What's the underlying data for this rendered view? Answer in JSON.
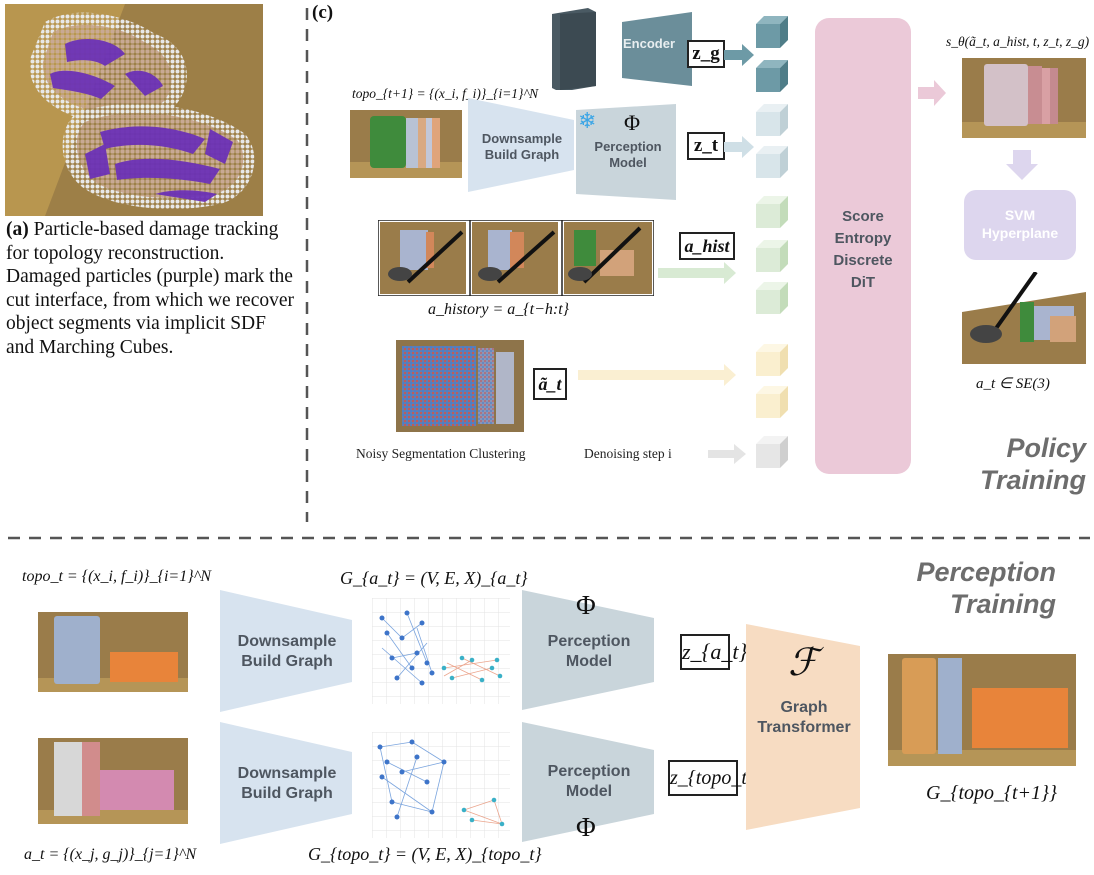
{
  "panel_a": {
    "label": "(a)",
    "caption": "Particle-based damage tracking for topology reconstruction. Damaged particles (purple) mark the cut interface, from which we recover object segments via implicit SDF and Marching Cubes."
  },
  "panel_c": {
    "label": "(c)",
    "encoder_label": "Encoder",
    "z_g": "z_g",
    "z_t": "z_t",
    "topo_next_label": "topo_{t+1} = {(x_i, f_i)}_{i=1}^N",
    "downsample_label_1": "Downsample",
    "downsample_label_2": "Build Graph",
    "phi": "Φ",
    "perception_label_1": "Perception",
    "perception_label_2": "Model",
    "a_hist": "a_hist",
    "a_history_label": "a_history = a_{t−h:t}",
    "a_tilde": "ã_t",
    "noisy_label": "Noisy Segmentation Clustering",
    "denoising_label": "Denoising step i",
    "dit_label": [
      "Score",
      "Entropy",
      "Discrete",
      "DiT"
    ],
    "score_fn": "s_θ(ã_t, a_hist, t, z_t, z_g)",
    "svm_label": [
      "SVM",
      "Hyperplane"
    ],
    "action_space": "a_t ∈ SE(3)",
    "section_title": [
      "Policy",
      "Training"
    ]
  },
  "perception_training": {
    "section_title": [
      "Perception",
      "Training"
    ],
    "topo_t_label": "topo_t = {(x_i, f_i)}_{i=1}^N",
    "graph_a_label": "G_{a_t} = (V, E, X)_{a_t}",
    "a_t_label": "a_t = {(x_j, g_j)}_{j=1}^N",
    "graph_topo_label": "G_{topo_t} = (V, E, X)_{topo_t}",
    "downsample_label_1": "Downsample",
    "downsample_label_2": "Build Graph",
    "perception_label_1": "Perception",
    "perception_label_2": "Model",
    "phi": "Φ",
    "z_a": "z_{a_t}",
    "z_topo": "z_{topo_t}",
    "script_f": "ℱ",
    "graph_transformer_1": "Graph",
    "graph_transformer_2": "Transformer",
    "output_label": "G_{topo_{t+1}}"
  },
  "colors": {
    "purple_particles": "#6a2fb8",
    "trapezoid_blue": "#d7e3ef",
    "perception_gray": "#c9d5db",
    "dit_pink": "#ebc9d8",
    "svm_lavender": "#ddd6ee",
    "graph_peach": "#f7dcc2",
    "table_brown": "#9a7c4a",
    "teal_cube": "#6d9aa6"
  }
}
